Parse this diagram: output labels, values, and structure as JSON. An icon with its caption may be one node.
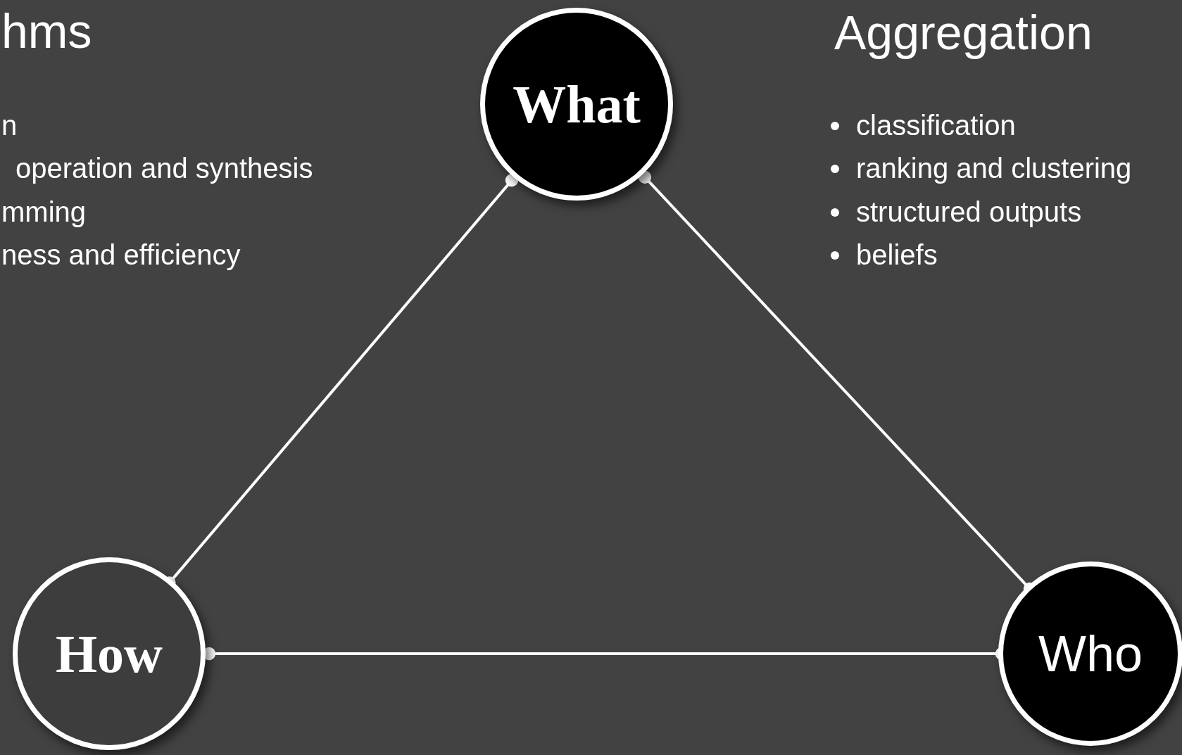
{
  "diagram": {
    "nodes": [
      {
        "text": [
          "What"
        ]
      },
      {
        "text": [
          "How"
        ]
      },
      {
        "text": [
          "Who"
        ]
      }
    ],
    "edges": [
      {
        "from": 0,
        "to": 1,
        "arrow": "other"
      },
      {
        "from": 0,
        "to": 2,
        "arrow": "other"
      },
      {
        "from": 1,
        "to": 2,
        "arrow": "other"
      }
    ],
    "labels": [
      "hms",
      "n",
      "operation and synthesis",
      "mming",
      "ness and efficiency",
      "Aggregation",
      "classification",
      "ranking and clustering",
      "structured outputs",
      "beliefs"
    ]
  }
}
